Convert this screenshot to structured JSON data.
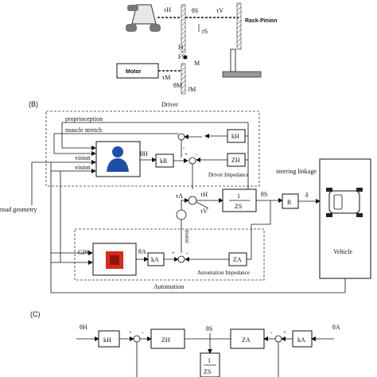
{
  "panels": {
    "b": "(B)",
    "c": "(C)"
  },
  "panel_a": {
    "tau_h": "τH",
    "theta_s": "θS",
    "tau_v": "τV",
    "r_s": "rS",
    "rack_pinion": "Rack-Pinion",
    "f_i": "Fi",
    "f_s": "FS",
    "m_i": "M",
    "motor": "Motor",
    "tau_m": "τM",
    "theta_m": "θM",
    "j_m": "JM"
  },
  "panel_b": {
    "driver": "Driver",
    "proprioception": "proprioception",
    "muscle_stretch": "muscle stretch",
    "vision1": "vision",
    "vision2": "vision",
    "theta_h": "θH",
    "k_h": "kH",
    "k_r": "kR",
    "z_h": "ZH",
    "driver_impedance": "Driver Impedance",
    "steering_linkage": "steering linkage",
    "road_geometry": "road geometry",
    "tau_a": "τA",
    "tau_h": "τH",
    "tau_v": "τV",
    "one": "1",
    "z_s": "ZS",
    "theta_s": "θS",
    "r": "R",
    "delta": "δ",
    "motor": "motor",
    "gps": "GPS",
    "theta_a": "θA",
    "k_a": "kA",
    "z_a": "ZA",
    "automation_impedance": "Automation Impedance",
    "automation": "Automation",
    "vehicle": "Vehicle"
  },
  "panel_c": {
    "theta_h": "θH",
    "k_h": "kH",
    "z_h": "ZH",
    "theta_s": "θS",
    "z_a": "ZA",
    "k_a": "kA",
    "theta_a": "θA",
    "one": "1",
    "z_s": "ZS"
  },
  "signs": {
    "plus": "+",
    "minus": "-"
  }
}
